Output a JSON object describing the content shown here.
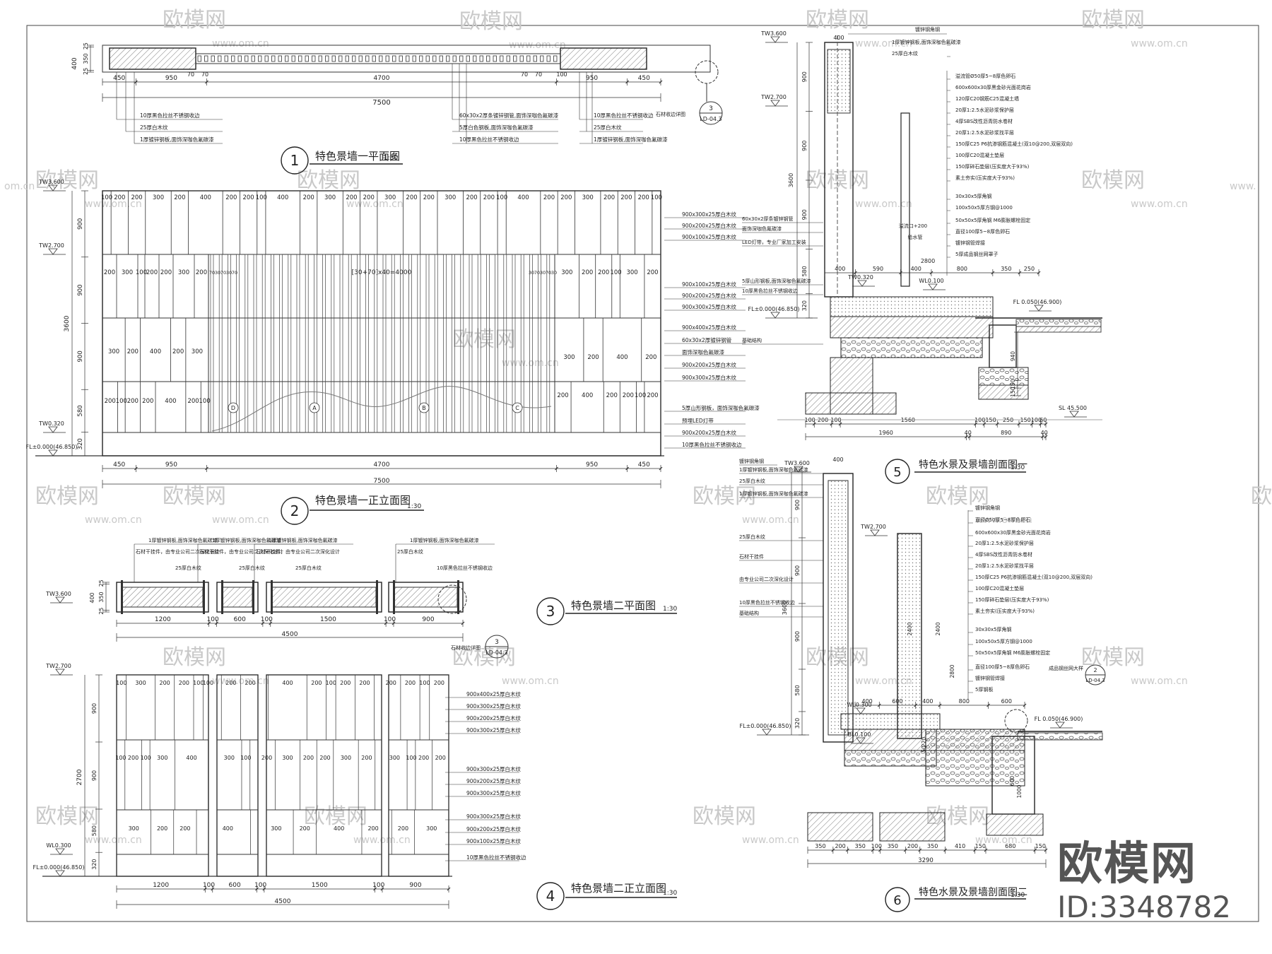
{
  "brand": {
    "name": "欧模网",
    "id": "ID:3348782"
  },
  "watermark": {
    "logo": "欧模网",
    "url": "www.om.cn",
    "url_short": "om.cn",
    "url_www": "www."
  },
  "drawings": [
    {
      "num": "1",
      "title": "特色景墙一平面图",
      "scale": "1:30"
    },
    {
      "num": "2",
      "title": "特色景墙一正立面图",
      "scale": "1:30"
    },
    {
      "num": "3",
      "title": "特色景墙二平面图",
      "scale": "1:30"
    },
    {
      "num": "4",
      "title": "特色景墙二正立面图",
      "scale": "1:30"
    },
    {
      "num": "5",
      "title": "特色水景及景墙剖面图一",
      "scale": "1:30"
    },
    {
      "num": "6",
      "title": "特色水景及景墙剖面图二",
      "scale": "1:30"
    }
  ],
  "plan1": {
    "dims_bottom": [
      "450",
      "950",
      "4700",
      "950",
      "450"
    ],
    "dims_top_small": [
      "70",
      "70",
      "70",
      "70",
      "100"
    ],
    "total": "7500",
    "height_dims": [
      "25",
      "350",
      "25"
    ],
    "total_h": "400",
    "notes_left": [
      "10厚黑色拉丝不锈钢收边",
      "25厚白木纹",
      "1厚镀锌钢板,面饰深咖色氟碳漆"
    ],
    "notes_mid": [
      "60x30x2厚条镀锌钢管,面饰深咖色氟碳漆",
      "5厚白色钢板,面饰深咖色氟碳漆",
      "10厚黑色拉丝不锈钢收边"
    ],
    "notes_right": [
      "10厚黑色拉丝不锈钢收边",
      "25厚白木纹",
      "1厚镀锌钢板,面饰深咖色氟碳漆"
    ],
    "detail_ref": {
      "num": "3",
      "sheet": "LD-04.3"
    },
    "detail_note": "石材收边详图"
  },
  "elev1": {
    "levels": [
      "TW3.600",
      "TW2.700",
      "TW0.320",
      "FL±0.000(46.850)"
    ],
    "v_dims": [
      "900",
      "900",
      "900",
      "580",
      "320"
    ],
    "total_v": "3600",
    "row1": [
      "100",
      "200",
      "200",
      "300",
      "200",
      "400",
      "200",
      "200",
      "100",
      "400",
      "200",
      "300",
      "200",
      "200",
      "300",
      "200",
      "200",
      "300",
      "200",
      "200",
      "100",
      "400",
      "200",
      "200",
      "300",
      "200",
      "200",
      "200",
      "100"
    ],
    "row2_left": [
      "200",
      "300",
      "100",
      "200",
      "200",
      "300",
      "200"
    ],
    "row2_right": [
      "300",
      "200",
      "200",
      "100",
      "300",
      "200"
    ],
    "row2_mid": "[30+70]x40=4000",
    "row2_small": [
      "70",
      "30",
      "70",
      "30",
      "70",
      "30",
      "70",
      "30",
      "70",
      "30"
    ],
    "row3_left": [
      "300",
      "200",
      "400",
      "200",
      "300"
    ],
    "row3_right": [
      "300",
      "200",
      "400",
      "200"
    ],
    "row4_left": [
      "200",
      "100",
      "200",
      "200",
      "400",
      "200",
      "100"
    ],
    "row4_right": [
      "200",
      "400",
      "200",
      "200",
      "100",
      "200"
    ],
    "dims_bottom": [
      "450",
      "950",
      "4700",
      "950",
      "450"
    ],
    "total": "7500",
    "notes": [
      "900x300x25厚白木纹",
      "900x200x25厚白木纹",
      "900x100x25厚白木纹",
      "900x100x25厚白木纹",
      "900x200x25厚白木纹",
      "900x300x25厚白木纹",
      "900x400x25厚白木纹",
      "60x30x2厚镀锌钢管",
      "面饰深咖色氟碳漆",
      "900x200x25厚白木纹",
      "900x300x25厚白木纹",
      "5厚山形钢板，面饰深咖色氟碳漆",
      "预埋LED灯带",
      "900x200x25厚白木纹",
      "10厚黑色拉丝不锈钢收边"
    ],
    "markers": [
      "D",
      "A",
      "B",
      "C"
    ]
  },
  "plan3": {
    "top_notes": [
      {
        "a": "1厚镀锌钢板,面饰深咖色氟碳漆",
        "b": "石材干挂件，由专业公司二次深化设计",
        "c": "25厚白木纹"
      },
      {
        "a": "1厚镀锌钢板,面饰深咖色氟碳漆",
        "b": "石材干挂件，由专业公司二次深化设计",
        "c": "25厚白木纹"
      },
      {
        "a": "1厚镀锌钢板,面饰深咖色氟碳漆",
        "b": "石材干挂件，由专业公司二次深化设计",
        "c": "25厚白木纹"
      },
      {
        "a": "1厚镀锌钢板,面饰深咖色氟碳漆",
        "b": "25厚白木纹",
        "c": "10厚黑色拉丝不锈钢收边"
      }
    ],
    "level": "TW3.600",
    "v_dims": [
      "25",
      "350",
      "25"
    ],
    "total_v": "400",
    "dims": [
      "1200",
      "100",
      "600",
      "100",
      "1500",
      "100",
      "900"
    ],
    "total": "4500",
    "detail_ref": {
      "num": "3",
      "sheet": "LD-04.3"
    },
    "detail_note": "石材收边详图"
  },
  "elev4": {
    "levels": [
      "TW2.700",
      "WL0.300",
      "FL±0.000(46.850)"
    ],
    "v_dims": [
      "900",
      "900",
      "580",
      "320"
    ],
    "total_v": "2700",
    "row1": [
      "100",
      "300",
      "200",
      "200",
      "100",
      "100",
      "200",
      "200",
      "400",
      "200",
      "100",
      "200",
      "200",
      "200",
      "200",
      "100",
      "200"
    ],
    "row2": [
      "100",
      "200",
      "100",
      "300",
      "400",
      "300",
      "100",
      "200",
      "300",
      "200",
      "200",
      "300",
      "200",
      "300",
      "100",
      "200",
      "200"
    ],
    "row3": [
      "300",
      "200",
      "200",
      "400",
      "300",
      "200",
      "400",
      "200",
      "200",
      "300"
    ],
    "notes": [
      "900x400x25厚白木纹",
      "900x300x25厚白木纹",
      "900x200x25厚白木纹",
      "900x300x25厚白木纹",
      "900x300x25厚白木纹",
      "900x200x25厚白木纹",
      "900x300x25厚白木纹",
      "900x300x25厚白木纹",
      "900x200x25厚白木纹",
      "900x100x25厚白木纹",
      "10厚黑色拉丝不锈钢收边"
    ],
    "dims": [
      "1200",
      "100",
      "600",
      "100",
      "1500",
      "100",
      "900"
    ],
    "total": "4500"
  },
  "sect5": {
    "levels": [
      "TW3.600",
      "TW2.700",
      "TW0.320",
      "WL0.100",
      "FL±0.000(46.850)",
      "FL 0.050(46.900)",
      "SL 45.500"
    ],
    "top_label": "镀锌钢角钢",
    "right_notes": [
      "1厚镀锌钢板,面饰深咖色氟碳漆",
      "25厚白木纹",
      "溢流管Ø50厚5~8厚色卵石",
      "600x600x30厚黑金砂光面花岗岩",
      "120厚C20钢筋C25混凝土墙",
      "20厚1:2.5水泥砂浆保护层",
      "4厚SBS改性沥青防水卷材",
      "20厚1:2.5水泥砂浆找平层",
      "150厚C25 P6抗渗钢筋混凝土(双10@200,双层双向)",
      "100厚C20混凝土垫层",
      "150厚碎石垫层(压实度大于93%)",
      "素土夯实(压实度大于93%)",
      "30x30x5厚角钢",
      "100x50x5厚方钢@1000",
      "50x50x5厚角钢 M6膨胀螺栓固定",
      "直径100厚5~8厚色卵石",
      "镀锌钢管焊接",
      "5厚成品钢丝网罩子"
    ],
    "left_notes": [
      "60x30x2厚条镀锌钢管",
      "面饰深咖色氟碳漆",
      "LED灯带，专业厂家加工安装",
      "5厚山形钢板,面饰深咖色氟碳漆",
      "10厚黑色拉丝不锈钢收边",
      "基础结构"
    ],
    "v_dims": [
      "900",
      "900",
      "900",
      "580",
      "320"
    ],
    "total_v": "3600",
    "inner": [
      "400",
      "590",
      "400",
      "800",
      "350",
      "250"
    ],
    "inner_labels": [
      "溢流口+200",
      "给水管"
    ],
    "inner_v": "2800",
    "bottom": [
      "100",
      "200",
      "100",
      "1560",
      "100",
      "150",
      "250",
      "150",
      "100",
      "60"
    ],
    "bottom2": [
      "1960",
      "40",
      "890",
      "40"
    ],
    "top_dim": "400",
    "pit_v": [
      "940",
      "150",
      "150"
    ]
  },
  "sect6": {
    "levels": [
      "TW3.600",
      "TW2.700",
      "WL0.300",
      "BL0.100",
      "FL±0.000(46.850)",
      "FL 0.050(46.900)"
    ],
    "top_label": "镀锌钢角钢",
    "left_notes": [
      "1厚镀锌钢板,面饰深咖色氟碳漆",
      "25厚白木纹",
      "1厚镀锌钢板,面饰深咖色氟碳漆",
      "25厚白木纹",
      "石材干挂件",
      "由专业公司二次深化设计",
      "10厚黑色拉丝不锈钢收边",
      "基础结构"
    ],
    "right_notes": [
      "镀锌钢角钢",
      "直径Ø50厚5~8厚色卵石",
      "600x600x30厚黑金砂光面花岗岩",
      "20厚1:2.5水泥砂浆保护层",
      "4厚SBS改性沥青防水卷材",
      "20厚1:2.5水泥砂浆找平层",
      "150厚C25 P6抗渗钢筋混凝土(双10@200,双层双向)",
      "100厚C20混凝土垫层",
      "150厚碎石垫层(压实度大于93%)",
      "素土夯实(压实度大于93%)",
      "30x30x5厚角钢",
      "100x50x5厚方钢@1000",
      "50x50x5厚角钢 M6膨胀螺栓固定",
      "直径100厚5~8厚色卵石",
      "镀锌钢管焊接",
      "5厚钢板"
    ],
    "v_dims": [
      "900",
      "900",
      "900",
      "580",
      "320"
    ],
    "total_v": "3600",
    "inner": [
      "400",
      "600",
      "400",
      "800",
      "600"
    ],
    "inner_v": [
      "2400",
      "2400",
      "2800",
      "220",
      "50",
      "600",
      "1000"
    ],
    "bottom": [
      "350",
      "200",
      "350",
      "100",
      "350",
      "200",
      "350",
      "410",
      "150",
      "680",
      "150"
    ],
    "total": "3290",
    "top_dim": "400",
    "detail_ref": {
      "num": "2",
      "sheet": "LD-04.3"
    },
    "detail_note": "成品钢丝网大样"
  }
}
